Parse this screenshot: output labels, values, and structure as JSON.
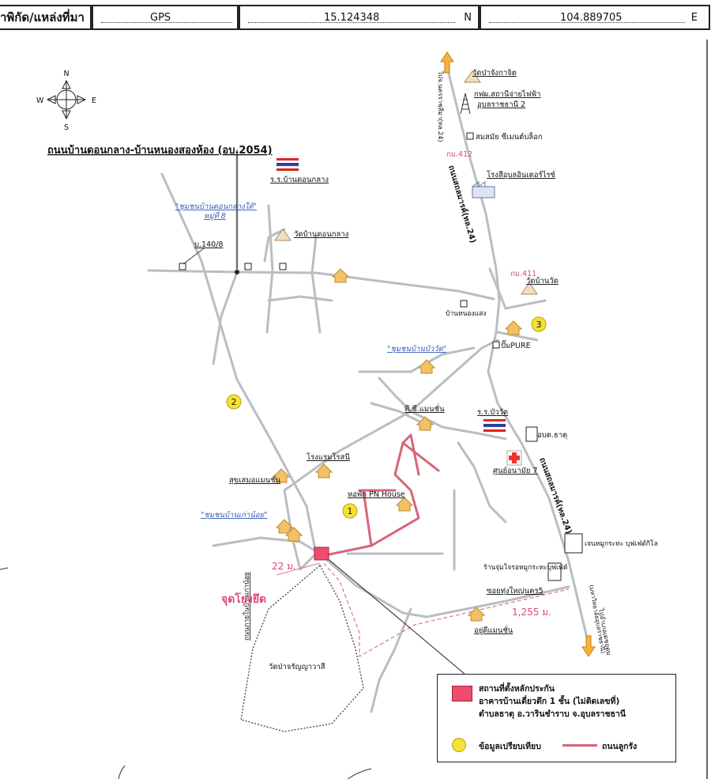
{
  "header": {
    "label": "าพิกัด/แหล่งที่มา",
    "source": "GPS",
    "lat": "15.124348",
    "lat_dir": "N",
    "lon": "104.889705",
    "lon_dir": "E"
  },
  "compass": {
    "n": "N",
    "s": "S",
    "e": "E",
    "w": "W"
  },
  "map": {
    "title": "ถนนบ้านดอนกลาง-บ้านหนองสองห้อง (อบ.2054)",
    "labels": {
      "wat_pa_chang": "วัดป่าจังกาจิต",
      "power_station_1": "กฟผ.สถานีจ่ายไฟฟ้า",
      "power_station_2": "อุบลราชธานี 2",
      "cement_shop": "สมสมัย ซีเมนต์บล็อก",
      "km412": "กม.412",
      "factory": "โรงสีอุบลอินเตอร์ไรซ์",
      "school_donklang": "ร.ร.บ้านดอนกลาง",
      "community_donklang_tai": "\"ชุมชนบ้านดอนกลางใต้\"",
      "moo8": "หมู่ที่ 8",
      "wat_donklang": "วัดบ้านดอนกลาง",
      "b140": "บ.140/8",
      "km411": "กม.411",
      "wat_banwat": "วัดบ้านวัด",
      "ban_nongsaeng": "บ้านหนองแสง",
      "pump_pure": "ปั๊มPURE",
      "community_buawat": "\"ชุมชนบ้านบัววัด\"",
      "tc_mansion": "ที.ซี.แมนชั่น",
      "school_buawat": "ร.ร.บัววัด",
      "obt": "อบต.ธาตุ",
      "hotel": "โรงแรมโรสนี",
      "health_center": "ศูนย์อนามัย 7",
      "suksamer": "สุขเสมอแมนชั่น",
      "pn_house": "หอพัก PN House",
      "community_kaonoi": "\"ชุมชนบ้านเก่าน้อย\"",
      "moo_krata": "เจนหมูกระทะ บุฟเฟ่ต์กิโล",
      "restaurant": "ร้านจุ่มโจรอหมูกระทะบุฟเฟ่ต์",
      "soi": "ซอยทุ่งใหญ่นคร5",
      "dist_22": "22 ม.",
      "dist_1255": "1,255 ม.",
      "start_point": "จุดโยงยึด",
      "village_road": "ถนนภายในบ้านเก่าน้อย",
      "wat_pa": "วัดป่าจรัญญาวาสี",
      "aiawa": "อยู่ดีแมนชั่น",
      "road_24_top": "ถนนสถลมารค์(ทล.24)",
      "road_24_mid": "ถนนสถลมารค์(ทล.24)",
      "to_nakhon_top": "ไปจ.นครราชสีมา(ทล.24)",
      "to_ubon": "ไปอำเภอเดชอุดม",
      "to_ubon2": "(มหาวิทยาลัยอุบลราชธานี)"
    },
    "markers": [
      "1",
      "2",
      "3"
    ]
  },
  "legend": {
    "line1": "สถานที่ตั้งหลักประกัน",
    "line2": "อาคารบ้านเดี่ยวตึก 1 ชั้น (ไม่ติดเลขที่)",
    "line3": "ตำบลธาตุ  อ.วารินชำราบ  จ.อุบลราชธานี",
    "compare": "ข้อมูลเปรียบเทียบ",
    "road": "ถนนลูกรัง"
  }
}
